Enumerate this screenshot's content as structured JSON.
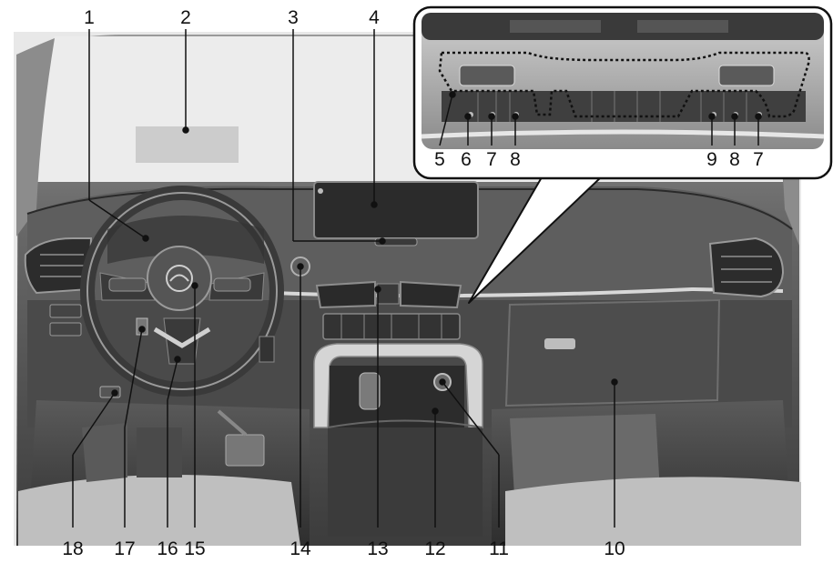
{
  "callouts": {
    "c1": "1",
    "c2": "2",
    "c3": "3",
    "c4": "4",
    "c5": "5",
    "c6": "6",
    "c7a": "7",
    "c8a": "8",
    "c9": "9",
    "c8b": "8",
    "c7b": "7",
    "c10": "10",
    "c11": "11",
    "c12": "12",
    "c13": "13",
    "c14": "14",
    "c15": "15",
    "c16": "16",
    "c17": "17",
    "c18": "18"
  },
  "colors": {
    "background": "#ffffff",
    "cabin_dark": "#3e3e3e",
    "dash": "#5a5a5a",
    "panel_light": "#bdbdbd",
    "highlight": "#d3d3d3",
    "leader": "#111111"
  }
}
